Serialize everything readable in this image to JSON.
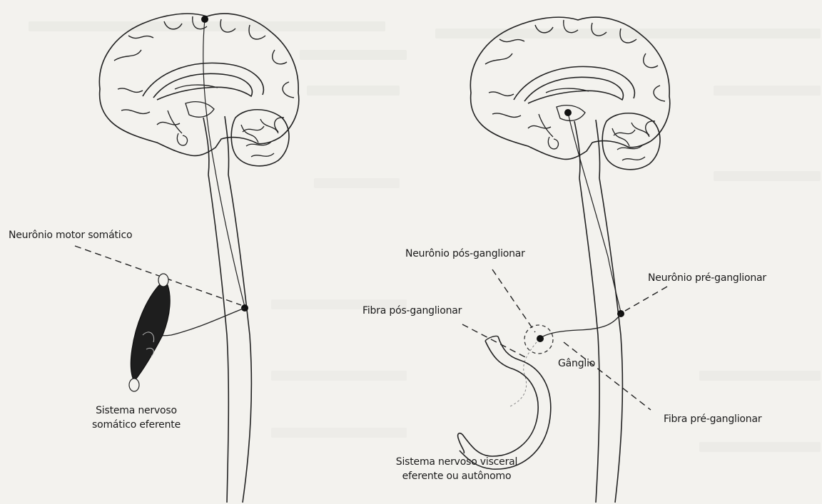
{
  "left_panel": {
    "somatic_motor_neuron_label": "Neurônio motor somático",
    "caption_line1": "Sistema nervoso",
    "caption_line2": "somático eferente"
  },
  "right_panel": {
    "postganglionic_neuron_label": "Neurônio pós-ganglionar",
    "preganglionic_neuron_label": "Neurônio pré-ganglionar",
    "postganglionic_fiber_label": "Fibra pós-ganglionar",
    "ganglion_label": "Gânglio",
    "preganglionic_fiber_label": "Fibra pré-ganglionar",
    "caption_line1": "Sistema nervoso visceral",
    "caption_line2": "eferente ou autônomo"
  }
}
